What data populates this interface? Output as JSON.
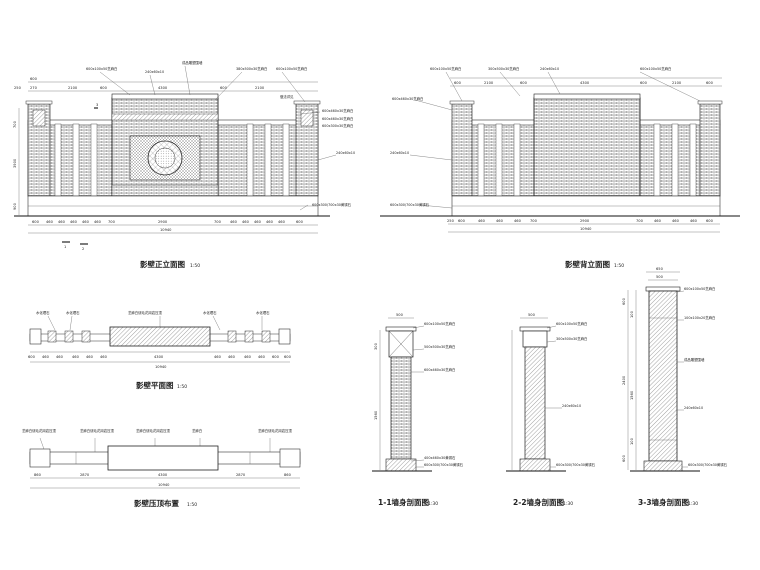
{
  "titles": {
    "front_elevation": "影壁正立面图",
    "back_elevation": "影壁背立面图",
    "plan": "影壁平面图",
    "coping_layout": "影壁压顶布置",
    "section_1": "1-1墙身剖面图",
    "section_2": "2-2墙身剖面图",
    "section_3": "3-3墙身剖面图"
  },
  "scales": {
    "s50": "1:50",
    "s30": "1:30"
  },
  "front_dims": {
    "top": [
      "600",
      "250",
      "270",
      "2100",
      "600",
      "4300",
      "600",
      "2100"
    ],
    "bottom": [
      "600",
      "460",
      "460",
      "460",
      "460",
      "460",
      "700",
      "2900",
      "700",
      "460",
      "460",
      "460",
      "460",
      "460",
      "600"
    ],
    "total": "10940",
    "left_vertical": [
      "700",
      "3900",
      "900"
    ]
  },
  "back_dims": {
    "top": [
      "600",
      "2100",
      "600",
      "4300",
      "600",
      "2100",
      "600"
    ],
    "bottom": [
      "250",
      "600",
      "460",
      "460",
      "460",
      "700",
      "2900",
      "700",
      "460",
      "460",
      "460",
      "600"
    ],
    "total": "10940"
  },
  "plan_dims": {
    "segments": [
      "600",
      "460",
      "460",
      "460",
      "460",
      "460",
      "4300",
      "460",
      "460",
      "460",
      "460",
      "600",
      "600"
    ],
    "total": "10940"
  },
  "coping_dims": {
    "segments": [
      "860",
      "2870",
      "4300",
      "2870",
      "860"
    ],
    "total": "10940"
  },
  "front_notes": [
    "600x100x50芝麻白",
    "240x60x10",
    "成品雕塑围墙",
    "380x500x30芝麻白",
    "600x100x50芝麻白",
    "做法详见",
    "600x460x30芝麻白",
    "240x60x10",
    "600x300/700x30黄锈石",
    "600x460x30芝麻白",
    "600x300x30芝麻白"
  ],
  "back_notes": [
    "600x100x50芝麻白",
    "300x500x30芝麻白",
    "240x60x10",
    "600x100x50芝麻白",
    "600x460x30芝麻白",
    "240x60x10",
    "600x300/700x30黄锈石"
  ],
  "plan_notes": [
    "水化理石",
    "水化理石",
    "芝麻白烧毛花岗岩压顶",
    "水化理石",
    "水化理石"
  ],
  "coping_notes": [
    "芝麻白烧毛花岗岩压顶",
    "芝麻白烧毛花岗岩压顶",
    "芝麻白烧毛花岗岩压顶",
    "芝麻白",
    "芝麻白烧毛花岗岩压顶"
  ],
  "section1_notes": [
    "600x100x50芝麻白",
    "500x500x30芝麻白",
    "600x460x30芝麻白",
    "400x460x30黄锈石",
    "600x300/700x30黄锈石"
  ],
  "section2_notes": [
    "600x100x50芝麻白",
    "300x500x30芝麻白",
    "240x60x10",
    "600x300/700x30黄锈石"
  ],
  "section3_notes": [
    "600x100x50芝麻白",
    "100x100x20芝麻白",
    "成品雕塑围墙",
    "240x60x10",
    "600x300/700x30黄锈石"
  ],
  "section_dims": {
    "s1_top": "500",
    "s1_left": [
      "300",
      "1560"
    ],
    "s2_top": "500",
    "s3_top": [
      "650",
      "500"
    ],
    "s3_left": [
      "600",
      "100",
      "2400",
      "1560",
      "100",
      "600"
    ]
  },
  "markers": [
    "1",
    "2",
    "3"
  ],
  "colors": {
    "line": "#333333",
    "paper": "#ffffff"
  }
}
